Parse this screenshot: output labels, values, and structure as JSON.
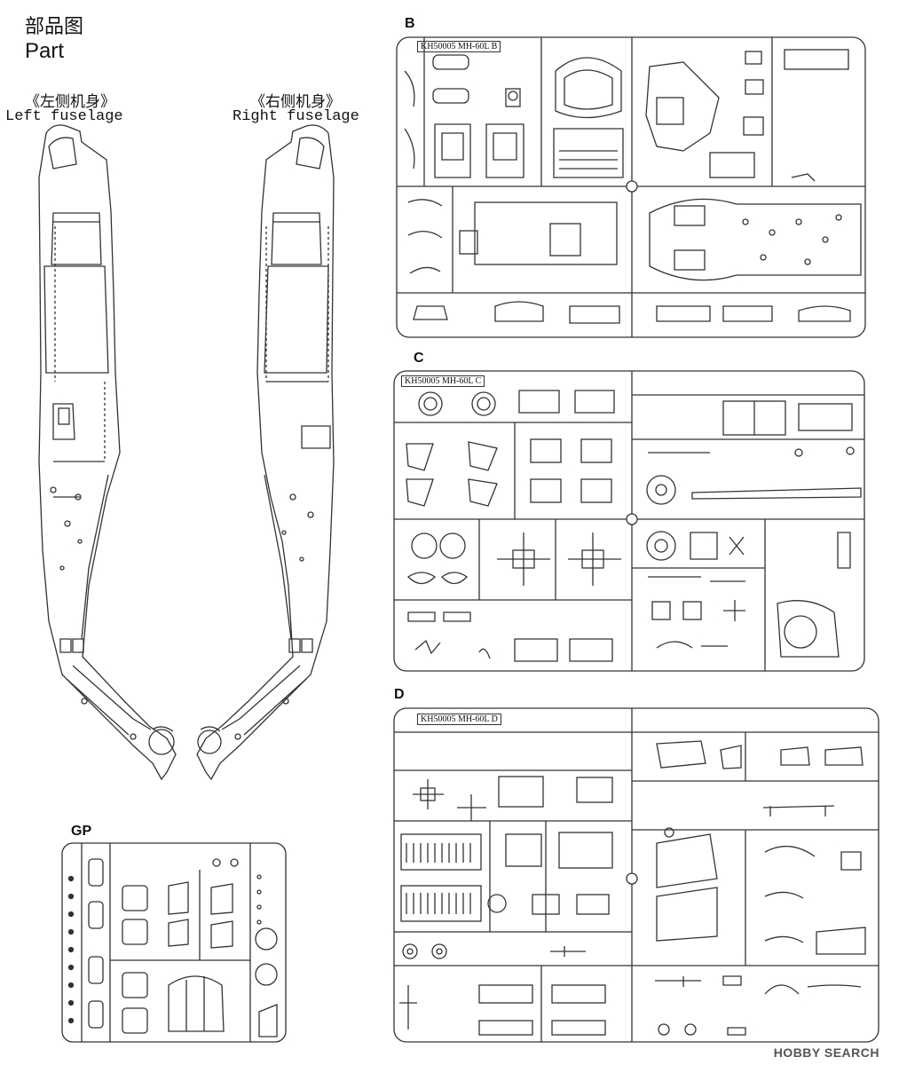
{
  "header": {
    "title_cn": "部品图",
    "title_en": "Part"
  },
  "fuselage": {
    "left_cn": "《左侧机身》",
    "left_en": "Left fuselage",
    "right_cn": "《右侧机身》",
    "right_en": "Right fuselage"
  },
  "sprues": {
    "b": {
      "letter": "B",
      "label": "KH50005  MH-60L B"
    },
    "c": {
      "letter": "C",
      "label": "KH50005  MH-60L C"
    },
    "d": {
      "letter": "D",
      "label": "KH50005  MH-60L D"
    },
    "gp": {
      "letter": "GP"
    }
  },
  "watermark": "HOBBY SEARCH",
  "colors": {
    "line": "#333333",
    "paper": "#ffffff"
  }
}
